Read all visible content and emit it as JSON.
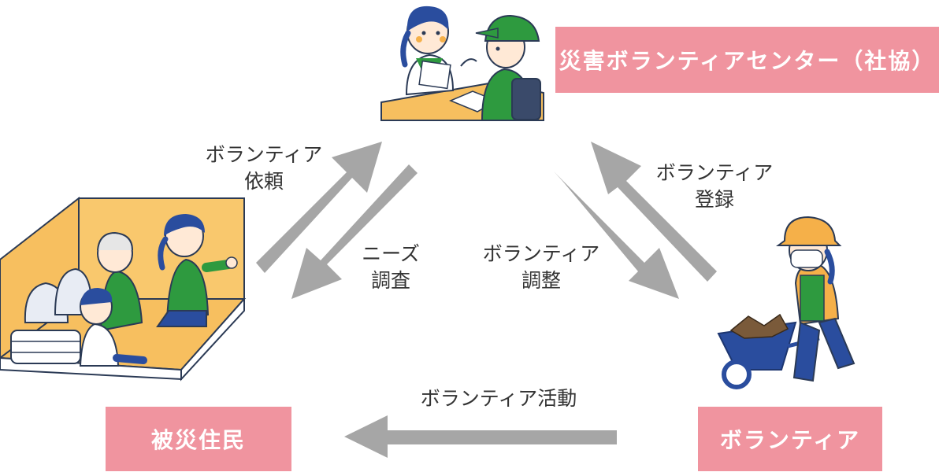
{
  "nodes": {
    "center": "災害ボランティアセンター（社協）",
    "residents": "被災住民",
    "volunteer": "ボランティア"
  },
  "flows": {
    "request": [
      "ボランティア",
      "依頼"
    ],
    "needs": [
      "ニーズ",
      "調査"
    ],
    "coordination": [
      "ボランティア",
      "調整"
    ],
    "registration": [
      "ボランティア",
      "登録"
    ],
    "activity": "ボランティア活動"
  },
  "colors": {
    "box": "#f0949f",
    "arrow": "#a6a6a6",
    "floor": "#f7bf5f",
    "green": "#2e9a3f",
    "blue": "#2a4d9e"
  }
}
